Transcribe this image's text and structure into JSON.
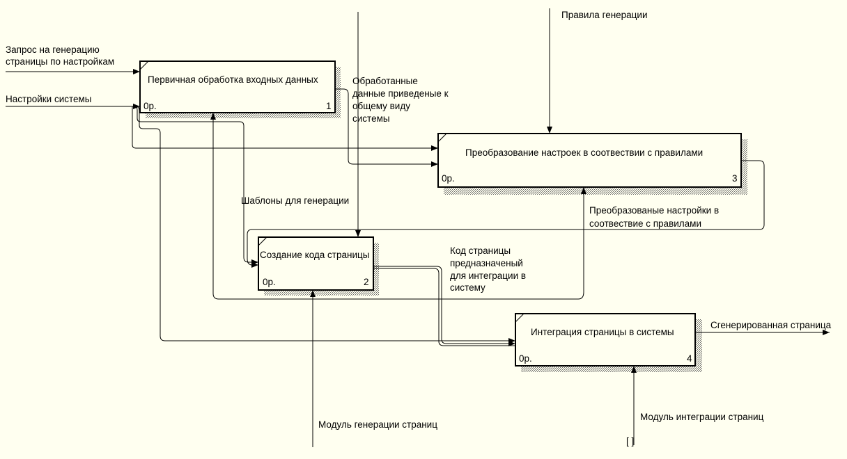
{
  "colors": {
    "background": "#fffff0",
    "stroke": "#000000",
    "shadow": "#777777"
  },
  "boxes": [
    {
      "id": "box-1",
      "title": "Первичная обработка входных данных",
      "cost": "0р.",
      "number": "1"
    },
    {
      "id": "box-2",
      "title": "Создание кода страницы",
      "cost": "0р.",
      "number": "2"
    },
    {
      "id": "box-3",
      "title": "Преобразование настроек в соотвествии с правилами",
      "cost": "0р.",
      "number": "3"
    },
    {
      "id": "box-4",
      "title": "Интеграция страницы в системы",
      "cost": "0р.",
      "number": "4"
    }
  ],
  "arrows": {
    "request": [
      "Запрос на генерацию",
      "страницы по настройкам"
    ],
    "settings": [
      "Настройки системы"
    ],
    "rules": [
      "Правила генерации"
    ],
    "processed": [
      "Обработанные",
      "данные приведеные к",
      "общему виду",
      "системы"
    ],
    "templates": [
      "Шаблоны для генерации"
    ],
    "converted": [
      "Преобразованые настройки в",
      "соотвествие с правилами"
    ],
    "page_code": [
      "Код страницы",
      "предназначеный",
      "для интеграции в",
      "систему"
    ],
    "generated": [
      "Сгенерированная страница"
    ],
    "gen_module": [
      "Модуль генерации страниц"
    ],
    "int_module": [
      "Модуль интеграции страниц"
    ]
  },
  "tunnel_marker": "[ ]"
}
